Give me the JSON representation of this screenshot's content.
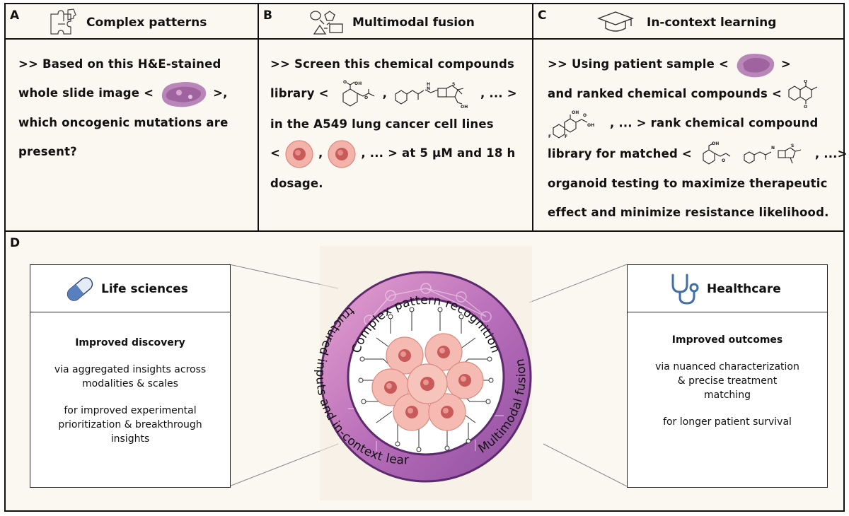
{
  "panel_a": {
    "letter": "A",
    "title": "Complex patterns",
    "icon": "puzzle-icon",
    "lines": [
      ">> Based on this H&E-stained",
      "whole slide image <",
      ">,",
      "which oncogenic mutations are",
      "present?"
    ]
  },
  "panel_b": {
    "letter": "B",
    "title": "Multimodal fusion",
    "icon": "shapes-icon",
    "lines": [
      ">> Screen this chemical compounds",
      "library <",
      ",",
      ", ... >",
      "in the A549 lung cancer cell lines",
      "<",
      ",",
      ", ... >  at 5 µM and 18 h",
      "dosage."
    ]
  },
  "panel_c": {
    "letter": "C",
    "title": "In-context learning",
    "icon": "graduation-cap-icon",
    "lines": [
      ">> Using patient sample <",
      ">",
      "and ranked chemical compounds <",
      ", ... > rank chemical compound",
      "library for matched <",
      ", ...>",
      "organoid testing to maximize therapeutic",
      "effect and minimize resistance likelihood."
    ],
    "molecule_labels": {
      "oh": "OH",
      "o": "O",
      "f": "F",
      "n": "N",
      "s": "S",
      "h": "H"
    }
  },
  "panel_d": {
    "letter": "D",
    "left": {
      "title": "Life sciences",
      "icon": "pill-icon",
      "heading": "Improved discovery",
      "p1": "via aggregated insights across modalities & scales",
      "p2": "for improved experimental prioritization & breakthrough insights"
    },
    "right": {
      "title": "Healthcare",
      "icon": "stethoscope-icon",
      "heading": "Improved outcomes",
      "p1": "via nuanced characterization & precise treatment matching",
      "p2": "for longer patient survival"
    },
    "ring": {
      "top": "Complex pattern recognition",
      "left": "Unstructured inputs and in-context learning",
      "right": "Multimodal fusion"
    }
  },
  "colors": {
    "panel_bg": "#fbf8f1",
    "ring_pink": "#d98bc1",
    "ring_purple": "#8d4f9f",
    "cell_pink": "#f0a8a0",
    "pill_blue": "#5a7fbf",
    "stetho_blue": "#3f6fa8"
  }
}
